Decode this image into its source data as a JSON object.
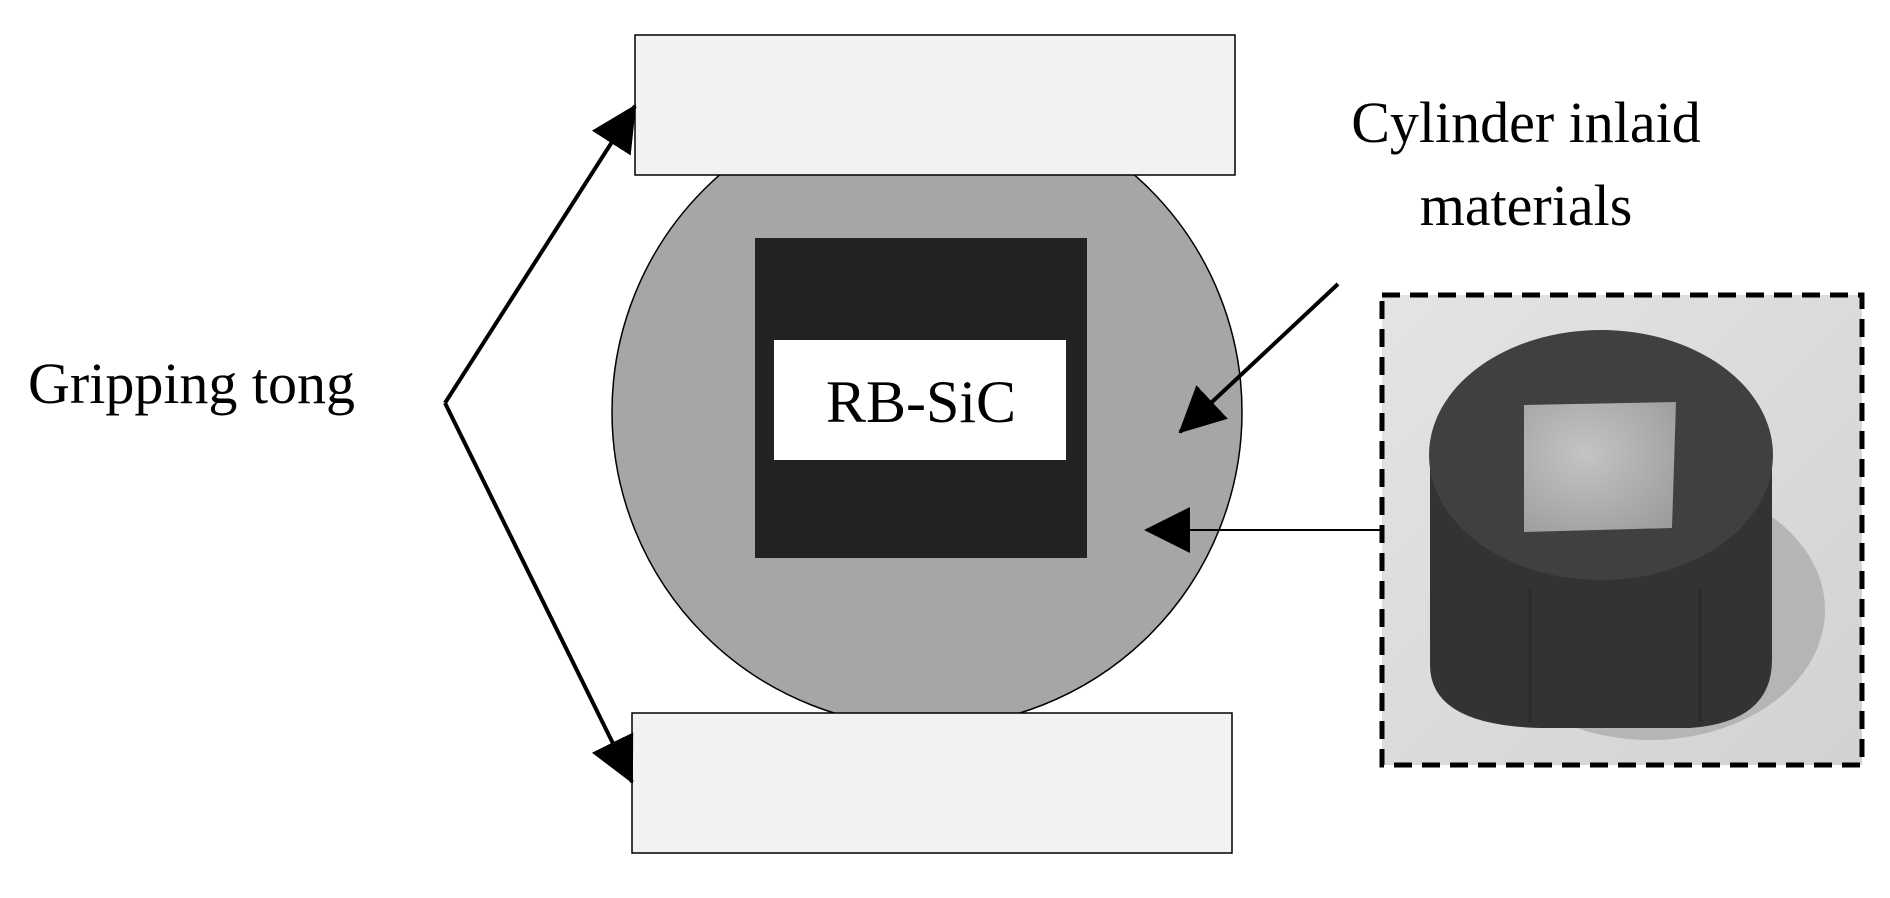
{
  "labels": {
    "gripping_tong": "Gripping tong",
    "specimen": "RB-SiC",
    "cylinder_line1": "Cylinder inlaid",
    "cylinder_line2": "materials"
  },
  "colors": {
    "tong_fill": "#f2f2f2",
    "cylinder_fill": "#a6a6a6",
    "inlay_fill": "#222222",
    "specimen_fill": "#ffffff",
    "photo_background": "#dcdcdc",
    "photo_object": "#3a3a3a",
    "photo_square": "#b2b2b2",
    "stroke": "#000000"
  }
}
